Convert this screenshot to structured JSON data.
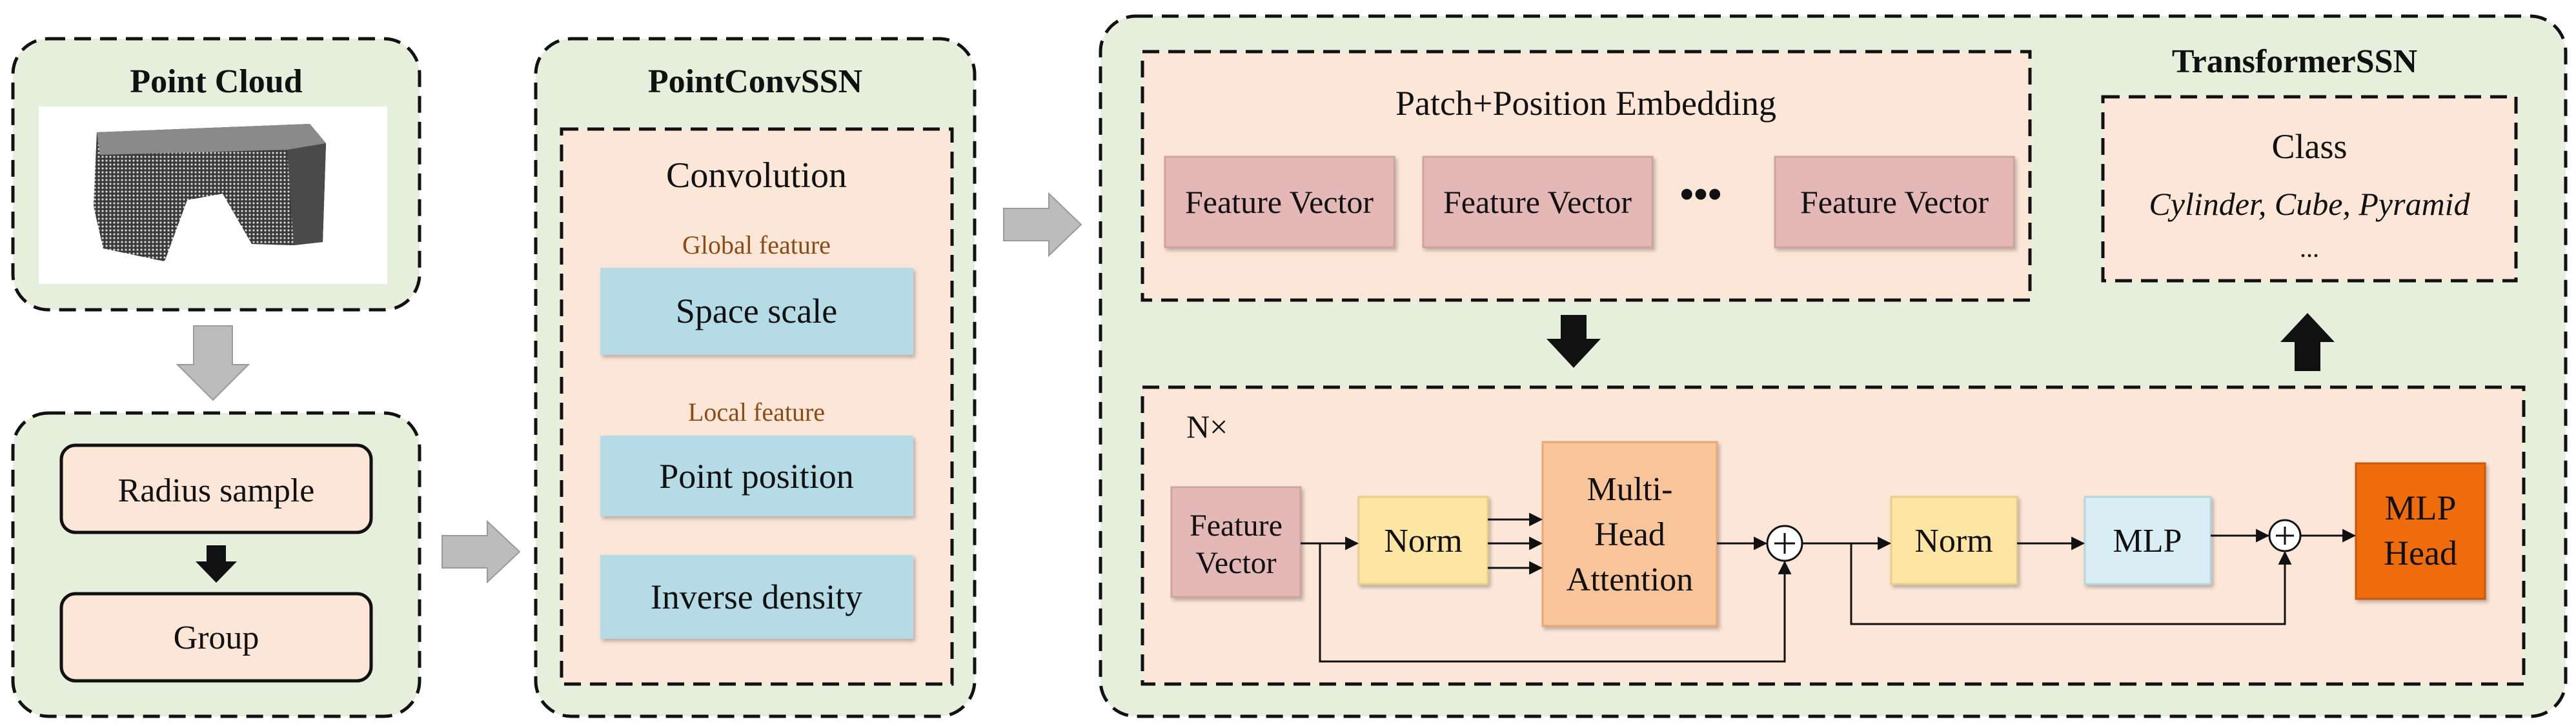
{
  "point_cloud": {
    "title": "Point Cloud"
  },
  "sampling": {
    "radius_sample": "Radius sample",
    "group": "Group"
  },
  "pointconv": {
    "title": "PointConvSSN",
    "convolution": "Convolution",
    "global_feature": "Global feature",
    "space_scale": "Space scale",
    "local_feature": "Local feature",
    "point_position": "Point position",
    "inverse_density": "Inverse density"
  },
  "transformer": {
    "title": "TransformerSSN",
    "embedding_title": "Patch+Position Embedding",
    "feature_vector": "Feature Vector",
    "ellipsis": "•••",
    "class_title": "Class",
    "class_list": "Cylinder, Cube, Pyramid",
    "class_more": "...",
    "nx": "N×",
    "fv_line1": "Feature",
    "fv_line2": "Vector",
    "norm": "Norm",
    "mha_line1": "Multi-",
    "mha_line2": "Head",
    "mha_line3": "Attention",
    "mlp": "MLP",
    "mlp_head_line1": "MLP",
    "mlp_head_line2": "Head"
  },
  "colors": {
    "panel_green": "#e6efdb",
    "box_peach": "#fce6d8",
    "feature_pink": "#e3b8b6",
    "blue_box": "#b5dbe6",
    "norm_yellow": "#fde5a3",
    "attention_orange": "#f8c49a",
    "mlp_light_blue": "#d9eef4",
    "mlp_head_orange": "#ef6c0f",
    "gray_arrow": "#bcbcbc"
  }
}
